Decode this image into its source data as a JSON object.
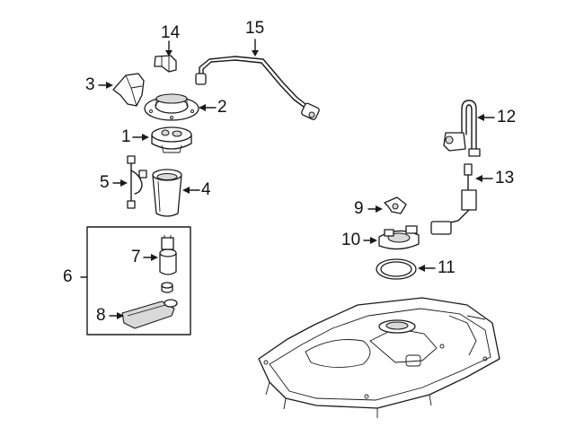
{
  "callouts": [
    {
      "id": 1,
      "label": "1"
    },
    {
      "id": 2,
      "label": "2"
    },
    {
      "id": 3,
      "label": "3"
    },
    {
      "id": 4,
      "label": "4"
    },
    {
      "id": 5,
      "label": "5"
    },
    {
      "id": 6,
      "label": "6"
    },
    {
      "id": 7,
      "label": "7"
    },
    {
      "id": 8,
      "label": "8"
    },
    {
      "id": 9,
      "label": "9"
    },
    {
      "id": 10,
      "label": "10"
    },
    {
      "id": 11,
      "label": "11"
    },
    {
      "id": 12,
      "label": "12"
    },
    {
      "id": 13,
      "label": "13"
    },
    {
      "id": 14,
      "label": "14"
    },
    {
      "id": 15,
      "label": "15"
    }
  ],
  "colors": {
    "line": "#1a1a1a",
    "background": "#ffffff",
    "shade": "#d9d9d9"
  }
}
